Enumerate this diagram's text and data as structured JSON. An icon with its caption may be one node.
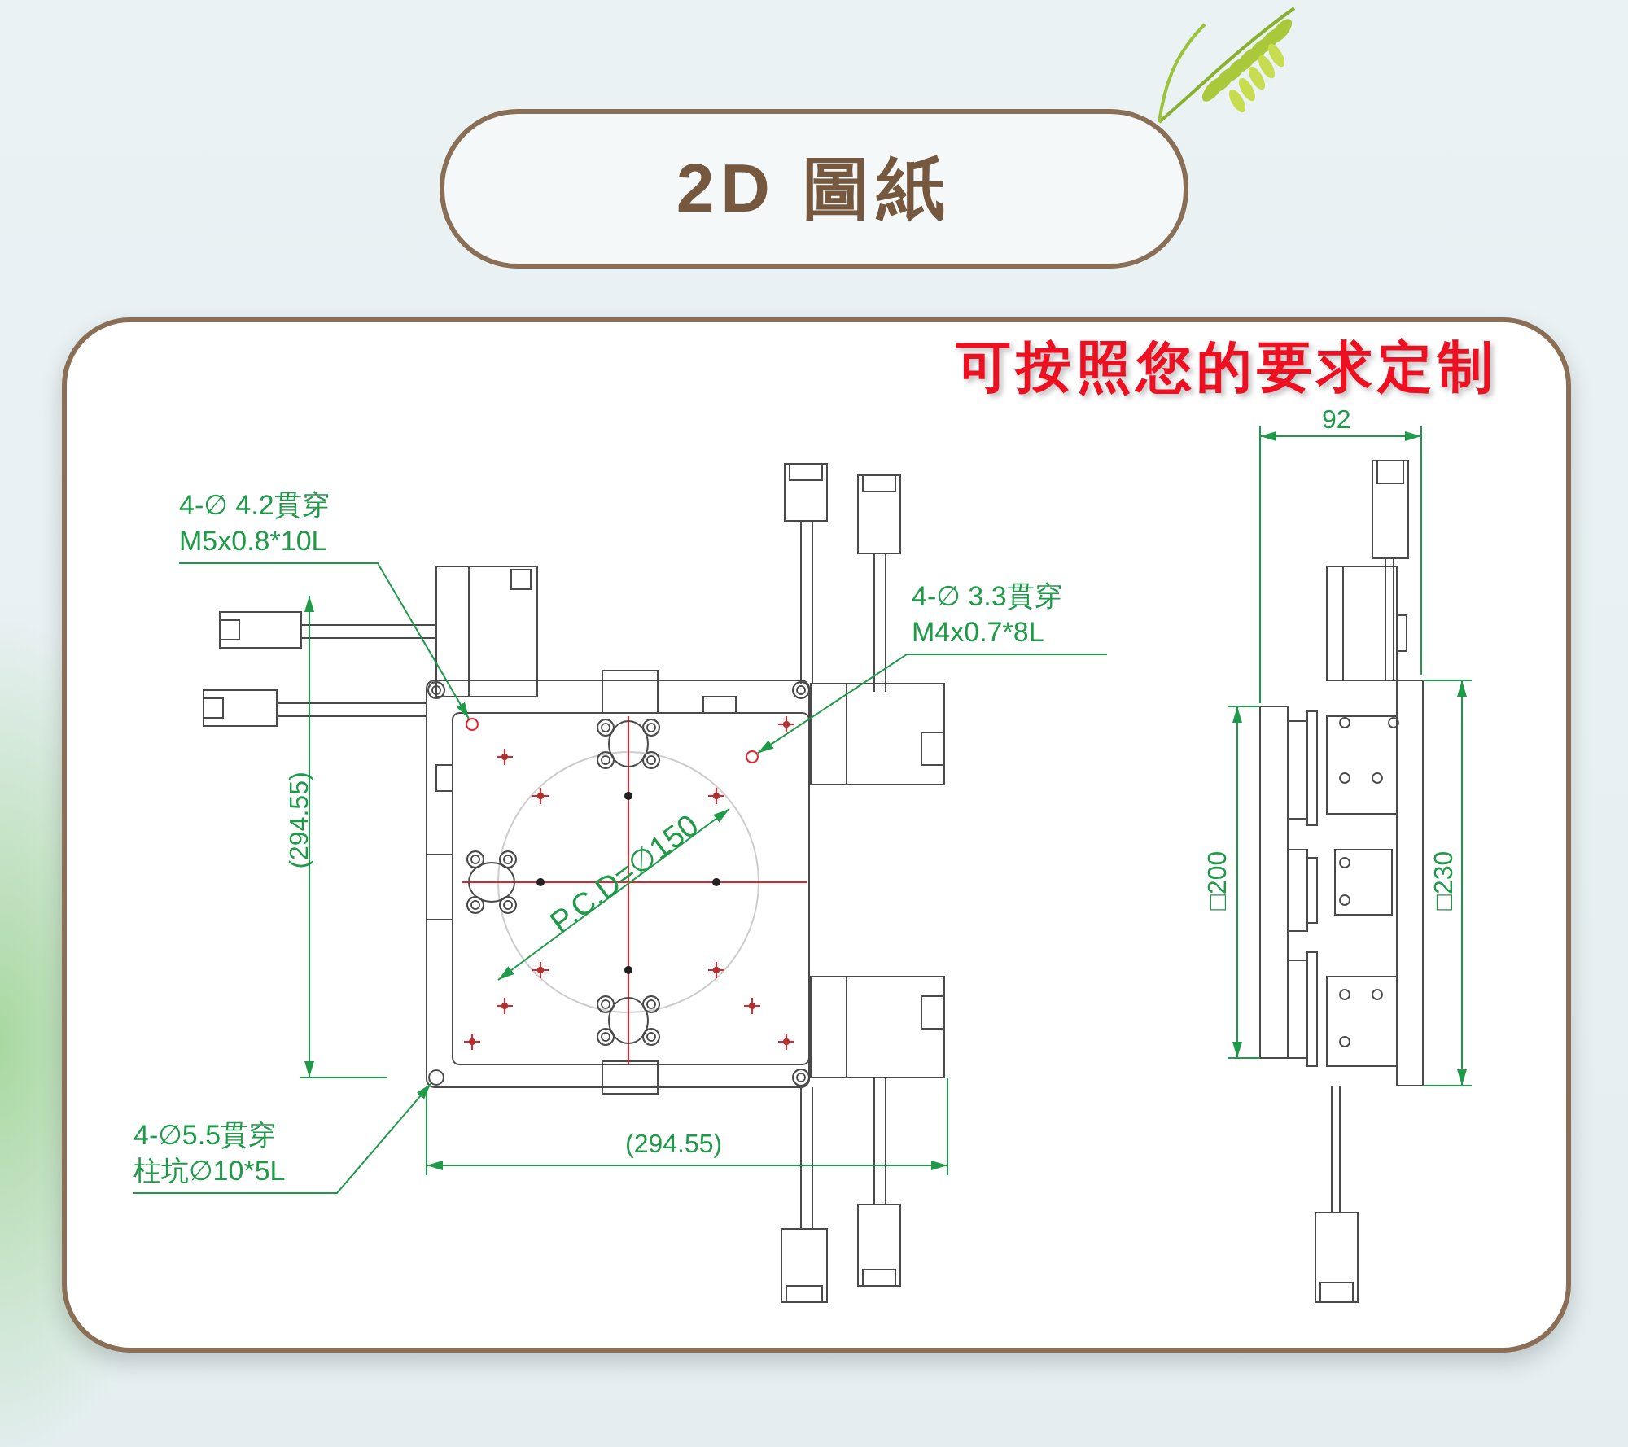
{
  "diagram": {
    "title": "2D 圖紙",
    "nodes": [
      {
        "text": [
          "4-∅ 4.2貫穿",
          "M5x0.8*10L"
        ]
      },
      {
        "text": [
          "4-∅ 3.3貫穿",
          "M4x0.7*8L"
        ]
      },
      {
        "text": [
          "4-∅5.5貫穿",
          "柱坑∅10*5L"
        ]
      },
      {
        "text": [],
        "shape": "circle"
      },
      {
        "text": [],
        "shape": "circle"
      },
      {
        "text": [],
        "shape": "circle"
      }
    ],
    "edges": [
      {
        "from": 0,
        "to": 3,
        "arrow": "to"
      },
      {
        "from": 1,
        "to": 4,
        "arrow": "to"
      },
      {
        "from": 2,
        "to": 5,
        "arrow": "to"
      }
    ],
    "labels": [
      "可按照您的要求定制",
      "92",
      "(294.55)",
      "P.C.D=∅150",
      "□200",
      "□230",
      "(294.55)"
    ]
  }
}
